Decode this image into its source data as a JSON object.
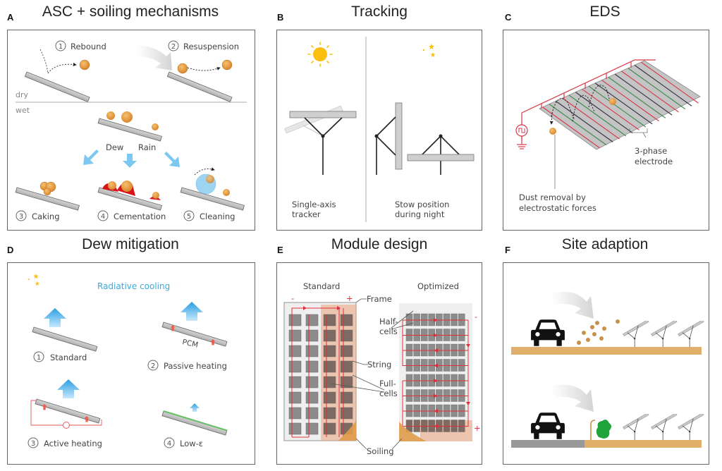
{
  "figure": {
    "panels": [
      {
        "id": "A",
        "letter": "A",
        "title": "ASC + soiling mechanisms"
      },
      {
        "id": "B",
        "letter": "B",
        "title": "Tracking"
      },
      {
        "id": "C",
        "letter": "C",
        "title": "EDS"
      },
      {
        "id": "D",
        "letter": "D",
        "title": "Dew mitigation"
      },
      {
        "id": "E",
        "letter": "E",
        "title": "Module design"
      },
      {
        "id": "F",
        "letter": "F",
        "title": "Site adaption"
      }
    ]
  },
  "panel_a": {
    "dry_label": "dry",
    "wet_label": "wet",
    "dew_label": "Dew",
    "rain_label": "Rain",
    "mechanisms": [
      {
        "num": "1",
        "label": "Rebound"
      },
      {
        "num": "2",
        "label": "Resuspension"
      },
      {
        "num": "3",
        "label": "Caking"
      },
      {
        "num": "4",
        "label": "Cementation"
      },
      {
        "num": "5",
        "label": "Cleaning"
      }
    ],
    "colors": {
      "particle": "#e39a3a",
      "cement": "#d8141b",
      "water": "#7cc6ee",
      "arrow": "#7cc8f0"
    }
  },
  "panel_b": {
    "left_caption_line1": "Single-axis",
    "left_caption_line2": "tracker",
    "right_caption_line1": "Stow position",
    "right_caption_line2": "during night",
    "icons": {
      "day": "sun-icon",
      "night": "moon-stars-icon"
    },
    "colors": {
      "sun": "#fbbf10"
    }
  },
  "panel_c": {
    "electrode_label_line1": "3-phase",
    "electrode_label_line2": "electrode",
    "dust_label_line1": "Dust removal by",
    "dust_label_line2": "electrostatic forces",
    "colors": {
      "phase1": "#d83a4a",
      "phase2": "#3a8c4a",
      "phase3": "#333344",
      "wire": "#d83a4a"
    }
  },
  "panel_d": {
    "radiative_label": "Radiative cooling",
    "pcm_label": "PCM",
    "methods": [
      {
        "num": "1",
        "label": "Standard"
      },
      {
        "num": "2",
        "label": "Passive heating"
      },
      {
        "num": "3",
        "label": "Active heating"
      },
      {
        "num": "4",
        "label": "Low-ε"
      }
    ],
    "colors": {
      "cooling_arrow": "#2fa3e0",
      "heat": "#ef5a4a",
      "low_e_coating": "#6abf6a"
    }
  },
  "panel_e": {
    "standard_label": "Standard",
    "optimized_label": "Optimized",
    "minus_sign": "-",
    "plus_sign": "+",
    "callouts": {
      "frame": "Frame",
      "half_cells_line1": "Half-",
      "half_cells_line2": "cells",
      "string": "String",
      "full_cells_line1": "Full-",
      "full_cells_line2": "cells",
      "soiling": "Soiling"
    },
    "colors": {
      "cell": "#8c8c8c",
      "string": "#e0303a",
      "shade": "#e8a27a",
      "soil": "#e09a4a"
    }
  },
  "panel_f": {
    "scenarios": [
      {
        "name": "unpaved-road",
        "ground": "sand"
      },
      {
        "name": "paved-road-with-barrier",
        "ground": "paved+sand"
      }
    ],
    "colors": {
      "sand": "#e0b06a",
      "pavement": "#999999",
      "bush": "#1fa33a",
      "car": "#111111",
      "dust": "#c8904a"
    }
  }
}
